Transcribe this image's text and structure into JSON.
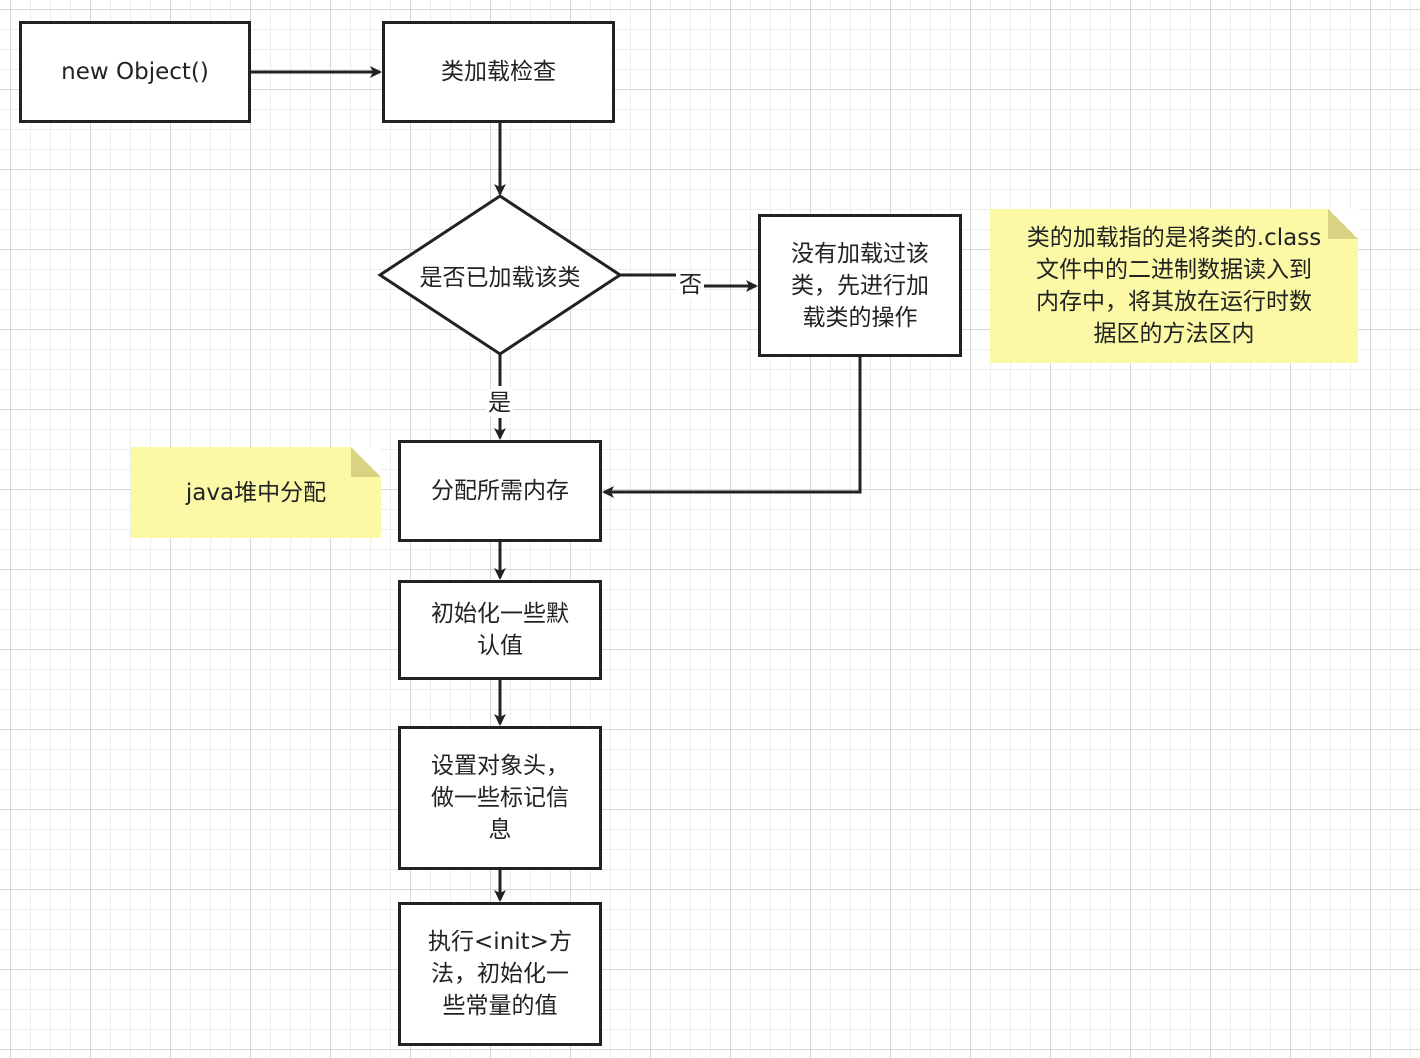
{
  "nodes": {
    "new_object": "new Object()",
    "class_check": "类加载检查",
    "decision": "是否已加载该类",
    "load_class": "没有加载过该\n类，先进行加\n载类的操作",
    "allocate": "分配所需内存",
    "init_default": "初始化一些默\n认值",
    "set_header": "设置对象头，\n做一些标记信\n息",
    "exec_init": "执行<init>方\n法，初始化一\n些常量的值"
  },
  "notes": {
    "class_loading": "类的加载指的是将类的.class\n文件中的二进制数据读入到\n内存中，将其放在运行时数\n据区的方法区内",
    "heap": "java堆中分配"
  },
  "edge_labels": {
    "no": "否",
    "yes": "是"
  },
  "colors": {
    "stroke": "#222222",
    "note_fill": "#fbf9a6",
    "grid": "#d6d6d6"
  }
}
